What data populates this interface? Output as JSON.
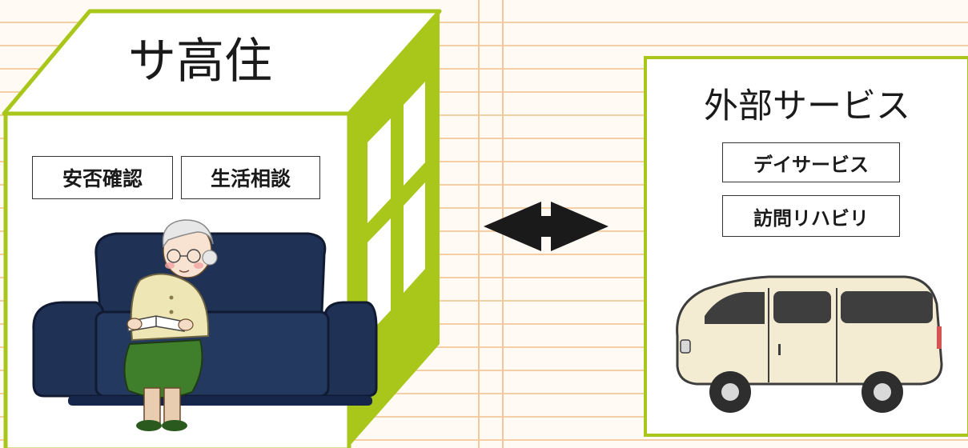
{
  "building": {
    "title": "サ高住",
    "tags": [
      "安否確認",
      "生活相談"
    ]
  },
  "external": {
    "title": "外部サービス",
    "services": [
      "デイサービス",
      "訪問リハビリ"
    ]
  },
  "colors": {
    "accent_green": "#a9c61a",
    "sofa_navy": "#1f3155",
    "arrow": "#1a1a1a",
    "van_body": "#f3ecd2",
    "grid_line": "#f4cfa3"
  },
  "icons": [
    "double-arrow-icon",
    "sofa-illustration",
    "elderly-woman-reading-illustration",
    "van-illustration",
    "building-window-icon"
  ]
}
